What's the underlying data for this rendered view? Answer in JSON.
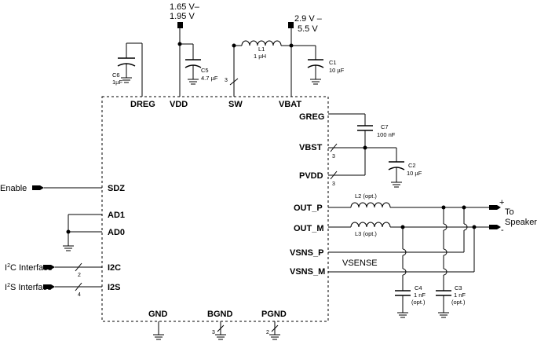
{
  "chip": {
    "pins": {
      "dreg": "DREG",
      "vdd": "VDD",
      "sw": "SW",
      "vbat": "VBAT",
      "greg": "GREG",
      "vbst": "VBST",
      "pvdd": "PVDD",
      "sdz": "SDZ",
      "ad1": "AD1",
      "ad0": "AD0",
      "i2c": "I2C",
      "i2s": "I2S",
      "out_p": "OUT_P",
      "out_m": "OUT_M",
      "vsns_p": "VSNS_P",
      "vsns_m": "VSNS_M",
      "gnd": "GND",
      "bgnd": "BGND",
      "pgnd": "PGND"
    }
  },
  "supplies": {
    "vdd_line1": "1.65 V–",
    "vdd_line2": "1.95 V",
    "vbat_line1": "2.9 V –",
    "vbat_line2": "5.5 V"
  },
  "components": {
    "c6_name": "C6",
    "c6_value": "1µF",
    "c5_name": "C5",
    "c5_value": "4.7 µF",
    "l1_name": "L1",
    "l1_value": "1 µH",
    "c1_name": "C1",
    "c1_value": "10 µF",
    "c7_name": "C7",
    "c7_value": "100 nF",
    "c2_name": "C2",
    "c2_value": "10 µF",
    "l2_label": "L2 (opt.)",
    "l3_label": "L3 (opt.)",
    "c4_name": "C4",
    "c4_value": "1 nF",
    "c4_opt": "(opt.)",
    "c3_name": "C3",
    "c3_value": "1 nF",
    "c3_opt": "(opt.)"
  },
  "signals": {
    "enable": "Enable",
    "i2c_pre": "I",
    "i2c_sup": "2",
    "i2c_post": "C Interface",
    "i2s_pre": "I",
    "i2s_sup": "2",
    "i2s_post": "S Interface",
    "vsense": "VSENSE",
    "speaker_to": "To",
    "speaker": "Speaker",
    "plus": "+",
    "minus": "-"
  },
  "bus_widths": {
    "sw": "3",
    "vbst": "3",
    "pvdd": "3",
    "i2c": "2",
    "i2s": "4",
    "bgnd": "3",
    "pgnd": "2"
  }
}
